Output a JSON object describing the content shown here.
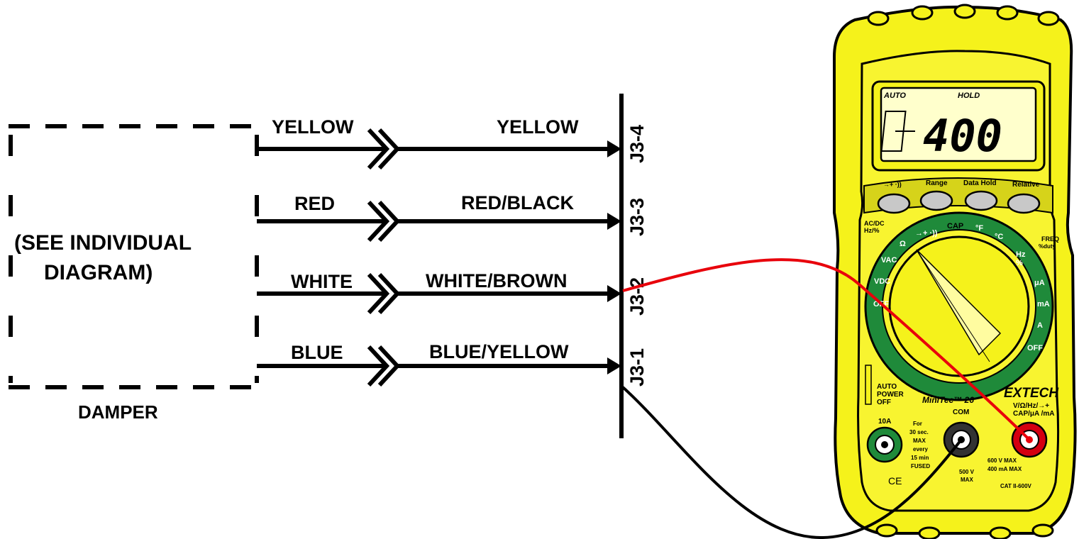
{
  "damper": {
    "box_text_line1": "(SEE INDIVIDUAL",
    "box_text_line2": "DIAGRAM)",
    "label": "DAMPER"
  },
  "wires": [
    {
      "left": "YELLOW",
      "right": "YELLOW",
      "pin": "J3-4"
    },
    {
      "left": "RED",
      "right": "RED/BLACK",
      "pin": "J3-3"
    },
    {
      "left": "WHITE",
      "right": "WHITE/BROWN",
      "pin": "J3-2"
    },
    {
      "left": "BLUE",
      "right": "BLUE/YELLOW",
      "pin": "J3-1"
    }
  ],
  "probes": {
    "red_to": "J3-2",
    "black_to": "J3-1",
    "red_color": "#e8000b",
    "black_color": "#000000"
  },
  "meter": {
    "body_color": "#f5f21b",
    "display": {
      "auto": "AUTO",
      "hold": "HOLD",
      "reading": "400"
    },
    "buttons": [
      "→+ ·))",
      "Range",
      "Data Hold",
      "Relative"
    ],
    "side_left": [
      "AC/DC",
      "Hz/%"
    ],
    "side_right": [
      "FREQ",
      "%duty"
    ],
    "dial_positions": [
      "OFF",
      "VDC",
      "VAC",
      "Ω",
      "→+ ·))",
      "CAP",
      "°F",
      "°C",
      "Hz %",
      "μA",
      "mA",
      "A",
      "OFF"
    ],
    "auto_power_off": [
      "AUTO",
      "POWER",
      "OFF"
    ],
    "model": "MiniTec™ 26",
    "brand": "EXTECH",
    "functions": [
      "V/Ω/Hz/→+",
      "CAP/μA /mA"
    ],
    "jacks": {
      "left": "10A",
      "com": "COM",
      "warning": [
        "For",
        "30 sec.",
        "MAX",
        "every",
        "15 min",
        "FUSED"
      ],
      "ratings": [
        "600 V MAX",
        "400 mA MAX",
        "CAT II-600V"
      ],
      "com_rating": [
        "500 V",
        "MAX"
      ],
      "ce": "CE"
    }
  }
}
